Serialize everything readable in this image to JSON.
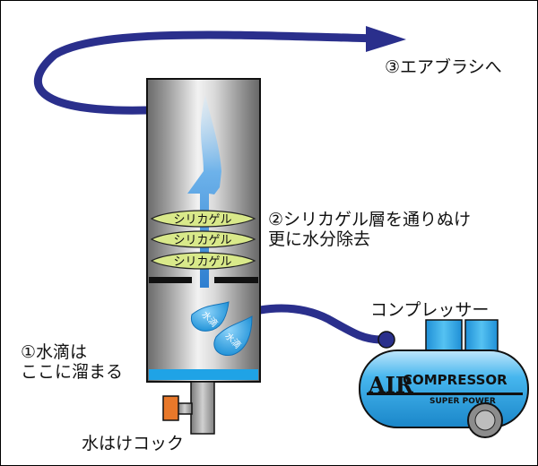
{
  "labels": {
    "to_airbrush": "③エアブラシへ",
    "silica_line1": "②シリカゲル層を通りぬけ",
    "silica_line2": "更に水分除去",
    "compressor": "コンプレッサー",
    "water_line1": "①水滴は",
    "water_line2": "ここに溜まる",
    "drain_cock": "水はけコック"
  },
  "silica_gel_packs": [
    "シリカゲル",
    "シリカゲル",
    "シリカゲル"
  ],
  "droplet_text": [
    "水滴",
    "水滴"
  ],
  "compressor_logo": {
    "big_letters": "AIR",
    "brand": "COMPRESSOR",
    "tagline": "SUPER POWER"
  },
  "colors": {
    "hose": "#2a2f8c",
    "water": "#1fa3e6",
    "silica": "#d9e98a",
    "cock_handle": "#e8782a",
    "compressor_body": "#27a7e6",
    "compressor_tank": "#21a7e3"
  }
}
